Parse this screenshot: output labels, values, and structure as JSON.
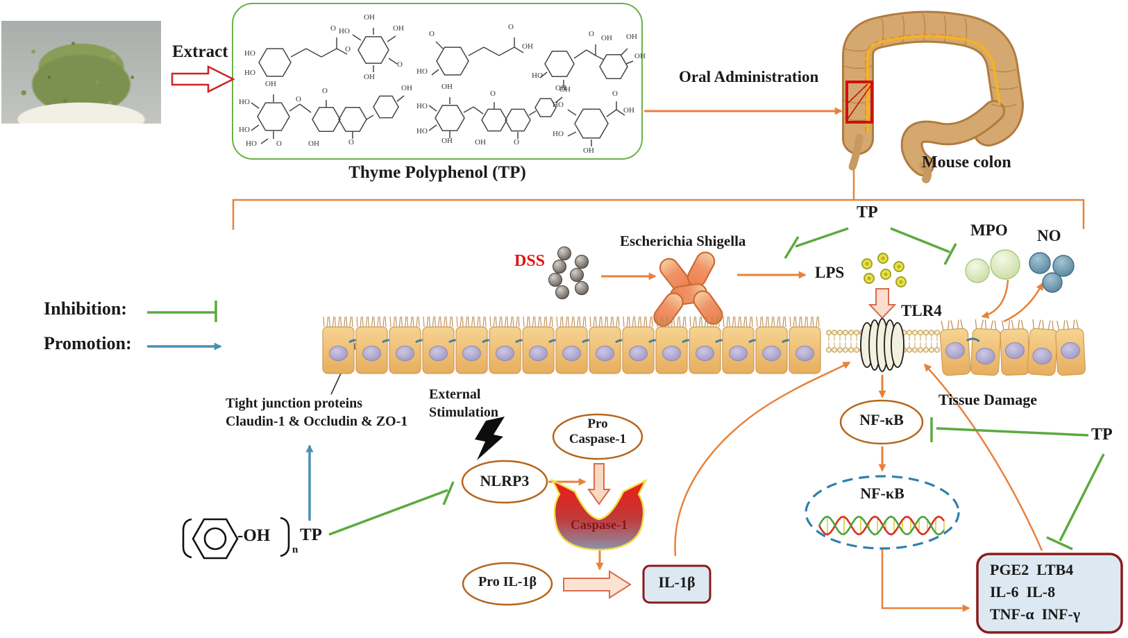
{
  "legend": {
    "inhibition_label": "Inhibition:",
    "promotion_label": "Promotion:"
  },
  "extraction": {
    "extract_label": "Extract",
    "box_caption": "Thyme Polyphenol (TP)",
    "atom_labels": {
      "oh": "OH",
      "ho": "HO",
      "o": "O"
    }
  },
  "administration": {
    "oral_label": "Oral Administration",
    "colon_label": "Mouse colon"
  },
  "pathway": {
    "tp_top": "TP",
    "dss": "DSS",
    "bacteria_label": "Escherichia Shigella",
    "lps": "LPS",
    "mpo": "MPO",
    "no": "NO",
    "tlr4": "TLR4",
    "tissue_damage": "Tissue Damage",
    "tight_junction_line1": "Tight junction proteins",
    "tight_junction_line2": "Claudin-1 & Occludin & ZO-1",
    "external_line1": "External",
    "external_line2": "Stimulation",
    "nlrp3": "NLRP3",
    "pro_caspase_line1": "Pro",
    "pro_caspase_line2": "Caspase-1",
    "caspase1": "Caspase-1",
    "pro_il1b": "Pro IL-1β",
    "il1b": "IL-1β",
    "nfkb_cytoplasm": "NF-κB",
    "nfkb_nucleus": "NF-κB",
    "tp_right": "TP",
    "tp_bottom": "TP",
    "phenol_oh": "-OH",
    "phenol_n": "n",
    "cytokines_line1": "PGE2  LTB4",
    "cytokines_line2": "IL-6  IL-8",
    "cytokines_line3": "TNF-α  INF-γ"
  },
  "colors": {
    "promotion_orange": "#e8813a",
    "inhibition_green": "#5aaa3e",
    "promotion_blue": "#4a8fb5",
    "extract_red": "#cc2222",
    "dss_red": "#e31212",
    "box_border_dark_red": "#8b1b1b",
    "box_fill_blue": "#dde9f2",
    "tp_box_green": "#6ab04a",
    "cell_tan": "#e9b163",
    "nucleus_purple": "#9a93c2"
  }
}
